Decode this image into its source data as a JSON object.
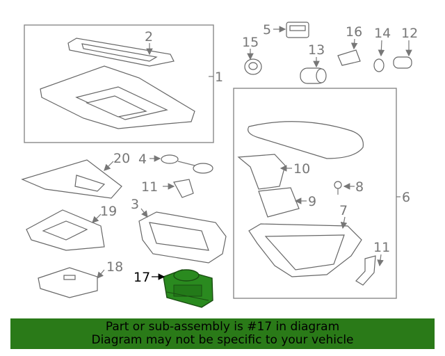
{
  "colors": {
    "highlight_part": "#2a8a1f",
    "banner_bg": "#2a7a18",
    "line_gray": "#777777"
  },
  "labels": {
    "l1": "1",
    "l2": "2",
    "l3": "3",
    "l4": "4",
    "l5": "5",
    "l6": "6",
    "l7": "7",
    "l8": "8",
    "l9": "9",
    "l10": "10",
    "l11a": "11",
    "l11b": "11",
    "l12": "12",
    "l13": "13",
    "l14": "14",
    "l15": "15",
    "l16": "16",
    "l17": "17",
    "l18": "18",
    "l19": "19",
    "l20": "20"
  },
  "banner": {
    "line1": "Part or sub-assembly is #17 in diagram",
    "line2": "Diagram may not be specific to your vehicle"
  }
}
